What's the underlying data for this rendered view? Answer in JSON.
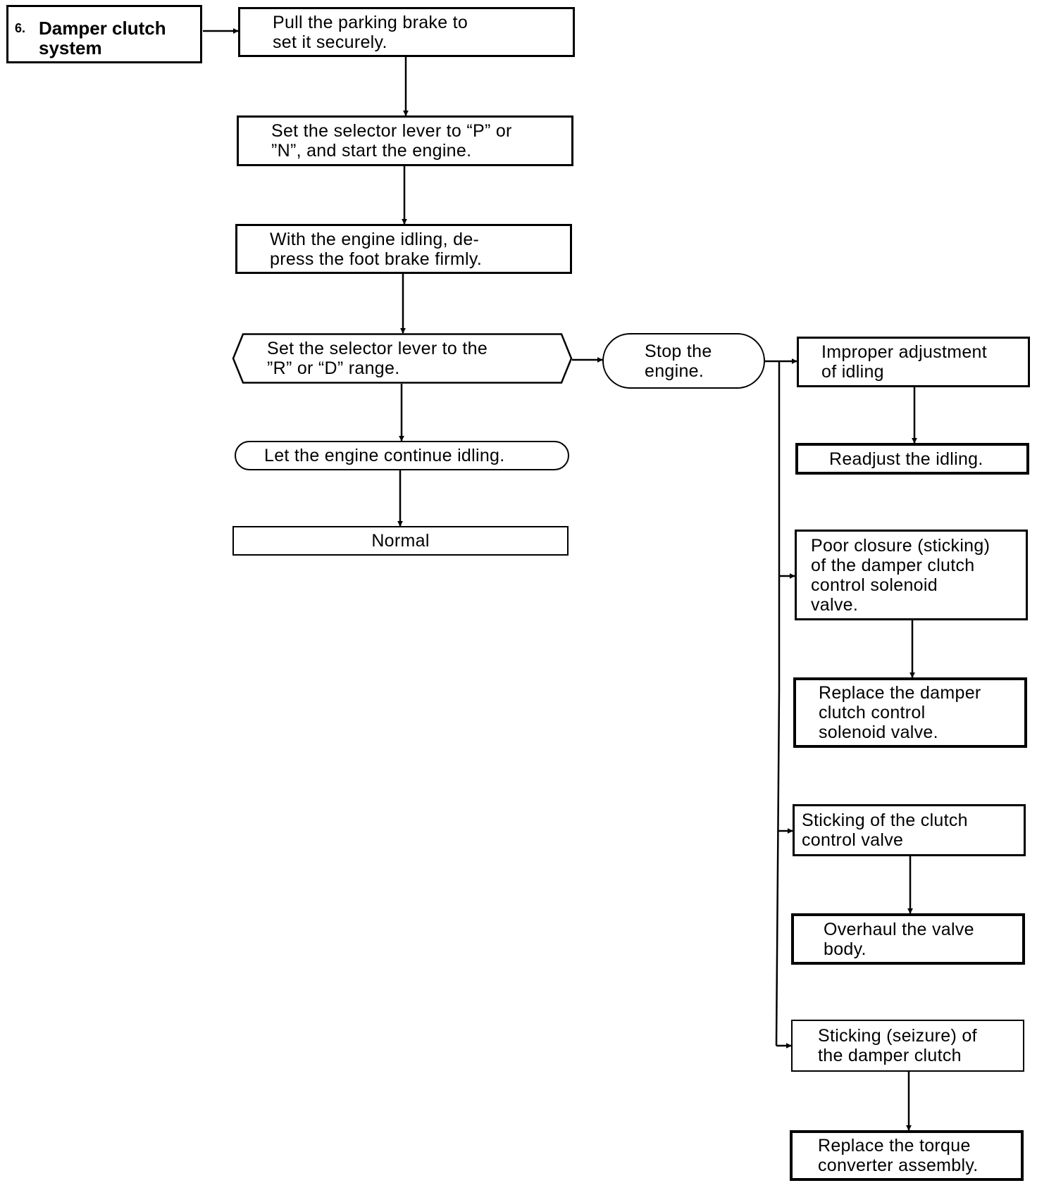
{
  "diagram": {
    "section_number": "6.",
    "section_title": "Damper clutch\nsystem",
    "steps": {
      "parking_brake": "Pull the parking brake to\nset it securely.",
      "selector_p_n": "Set the selector lever to “P” or\n”N”, and start the engine.",
      "foot_brake": "With the engine idling, de-\npress the foot brake firmly.",
      "selector_r_d": "Set the selector lever to the\n”R” or “D” range.",
      "continue_idling": "Let the engine continue idling.",
      "normal": "Normal",
      "stop_engine": "Stop the\nengine.",
      "improper_idling": "Improper adjustment\nof idling",
      "readjust_idling": "Readjust the idling.",
      "poor_closure": "Poor closure (sticking)\nof the damper clutch\ncontrol solenoid\nvalve.",
      "replace_solenoid": "Replace the damper\nclutch control\nsolenoid valve.",
      "sticking_clutch_valve": "Sticking of the clutch\ncontrol valve",
      "overhaul_valve_body": "Overhaul the valve\nbody.",
      "sticking_damper_clutch": "Sticking (seizure) of\nthe damper clutch",
      "replace_torque_converter": "Replace the torque\nconverter assembly."
    }
  }
}
